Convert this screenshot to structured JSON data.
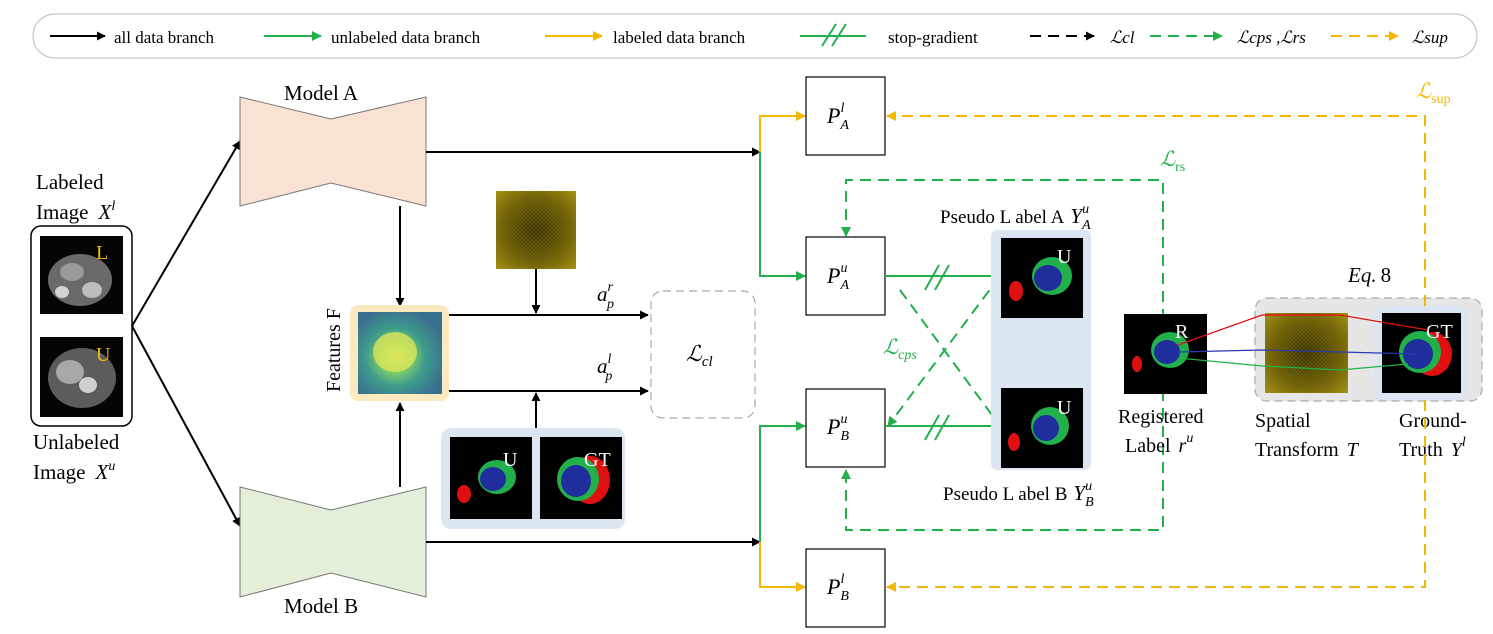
{
  "legend": {
    "all_branch": "all data branch",
    "unlabeled_branch": "unlabeled data branch",
    "labeled_branch": "labeled data branch",
    "stop_gradient": "stop-gradient",
    "loss_cl": "ℒcl",
    "loss_cps_rs": "ℒcps ,ℒrs",
    "loss_sup": "ℒsup"
  },
  "inputs": {
    "labeled_title": "Labeled",
    "labeled_image": "Image",
    "labeled_var": "X",
    "labeled_sup": "l",
    "labeled_badge": "L",
    "unlabeled_title": "Unlabeled",
    "unlabeled_image": "Image",
    "unlabeled_var": "X",
    "unlabeled_sup": "u",
    "unlabeled_badge": "U"
  },
  "models": {
    "a": "Model A",
    "b": "Model B"
  },
  "features": {
    "label": "Features F"
  },
  "anchors": {
    "ar_base": "a",
    "ar_sup": "r",
    "ar_sub": "p",
    "al_base": "a",
    "al_sup": "l",
    "al_sub": "p"
  },
  "losses": {
    "cl": "ℒ",
    "cl_sub": "cl",
    "rs": "ℒ",
    "rs_sub": "rs",
    "sup": "ℒ",
    "sup_sub": "sup",
    "cps": "ℒ",
    "cps_sub": "cps"
  },
  "predictions": {
    "pa_l_base": "P",
    "pa_l_sup": "l",
    "pa_l_sub": "A",
    "pa_u_base": "P",
    "pa_u_sup": "u",
    "pa_u_sub": "A",
    "pb_u_base": "P",
    "pb_u_sup": "u",
    "pb_u_sub": "B",
    "pb_l_base": "P",
    "pb_l_sup": "l",
    "pb_l_sub": "B"
  },
  "pseudo": {
    "a_text": "Pseudo L abel A",
    "a_var": "Y",
    "a_sup": "u",
    "a_sub": "A",
    "b_text": "Pseudo L abel B",
    "b_var": "Y",
    "b_sup": "u",
    "b_sub": "B",
    "badge_u": "U"
  },
  "registered": {
    "line1": "Registered",
    "line2": "Label",
    "var": "r",
    "sup": "u",
    "badge": "R"
  },
  "spatial": {
    "line1": "Spatial",
    "line2": "Transform",
    "var": "T"
  },
  "ground_truth": {
    "line1": "Ground-",
    "line2": "Truth",
    "var": "Y",
    "sup": "l",
    "badge": "GT"
  },
  "eq": {
    "label": "Eq.",
    "num": "8"
  },
  "mini": {
    "badge_u": "U",
    "badge_gt": "GT"
  },
  "colors": {
    "green": "#22b04b",
    "orange": "#f5b800",
    "black": "#000000",
    "model_a": "#f9e1d3",
    "model_b": "#e4efd9",
    "panel": "#dce6f2"
  }
}
